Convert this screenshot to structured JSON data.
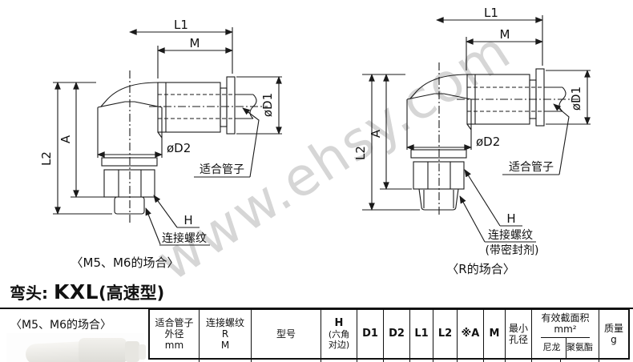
{
  "watermark": {
    "text": "www.ehsy.com"
  },
  "diagram_left": {
    "dims": {
      "l1": "L1",
      "m": "M",
      "a": "A",
      "l2": "L2",
      "d1": "øD1",
      "d2": "øD2",
      "h": "H"
    },
    "label_tube": "适合管子",
    "label_thread": "连接螺纹",
    "caption": "〈M5、M6的场合〉"
  },
  "diagram_right": {
    "dims": {
      "l1": "L1",
      "m": "M",
      "a": "A",
      "l2": "L2",
      "d1": "øD1",
      "d2": "øD2",
      "h": "H"
    },
    "label_tube": "适合管子",
    "label_thread": "连接螺纹",
    "label_thread_note": "(带密封剂)",
    "caption": "〈R的场合〉"
  },
  "section": {
    "title_prefix": "弯头: ",
    "title_model": "KXL",
    "title_suffix": "(高速型)",
    "photo_caption": "〈M5、M6的场合〉"
  },
  "table": {
    "headers": {
      "tube_od": "适合管子\n外径\nmm",
      "thread": "连接螺纹\nR\nM",
      "model": "型号",
      "h_top": "H",
      "h_sub": "(六角\n对边)",
      "d1": "D1",
      "d2": "D2",
      "l1": "L1",
      "l2": "L2",
      "a": "※A",
      "m": "M",
      "min_bore": "最小\n孔径",
      "eff_area": "有效截面积\nmm²",
      "nylon": "尼龙",
      "polyurethane": "聚氨酯",
      "mass": "质量\ng"
    }
  }
}
